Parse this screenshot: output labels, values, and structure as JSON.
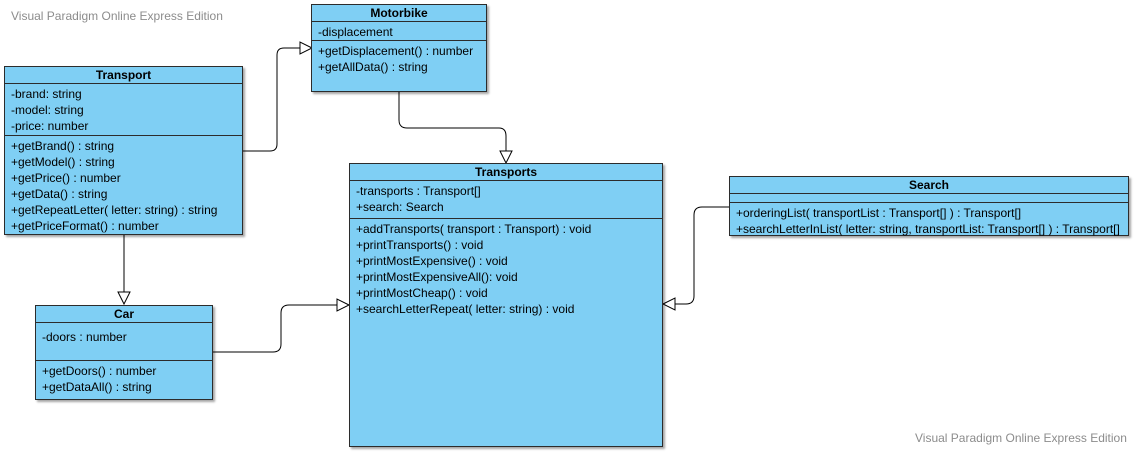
{
  "watermarks": {
    "top": "Visual Paradigm Online Express Edition",
    "bottom": "Visual Paradigm Online Express Edition"
  },
  "classes": {
    "motorbike": {
      "name": "Motorbike",
      "attributes": [
        "-displacement"
      ],
      "operations": [
        "+getDisplacement() : number",
        "+getAllData() : string"
      ]
    },
    "transport": {
      "name": "Transport",
      "attributes": [
        "-brand: string",
        "-model: string",
        "-price: number"
      ],
      "operations": [
        "+getBrand() : string",
        "+getModel() : string",
        "+getPrice() : number",
        "+getData() : string",
        "+getRepeatLetter( letter: string) : string",
        "+getPriceFormat() : number"
      ]
    },
    "transports": {
      "name": "Transports",
      "attributes": [
        "-transports : Transport[]",
        "+search: Search"
      ],
      "operations": [
        "+addTransports( transport : Transport) : void",
        "+printTransports() : void",
        "+printMostExpensive() : void",
        "+printMostExpensiveAll(): void",
        "+printMostCheap() : void",
        "+searchLetterRepeat( letter: string) : void"
      ]
    },
    "search": {
      "name": "Search",
      "attributes": [],
      "operations": [
        "+orderingList( transportList : Transport[] ) : Transport[]",
        "+searchLetterInList( letter: string, transportList: Transport[] ) : Transport[]"
      ]
    },
    "car": {
      "name": "Car",
      "attributes": [
        "-doors : number"
      ],
      "operations": [
        "+getDoors() : number",
        "+getDataAll() : string"
      ]
    }
  },
  "colors": {
    "class_fill": "#7fcff4",
    "line": "#2c2c2c",
    "watermark": "#8c8c8c"
  },
  "relationships": [
    {
      "from": "transport",
      "to": "motorbike",
      "type": "generalization-arrow"
    },
    {
      "from": "transport",
      "to": "car",
      "type": "generalization-arrow"
    },
    {
      "from": "motorbike",
      "to": "transports",
      "type": "generalization-arrow"
    },
    {
      "from": "car",
      "to": "transports",
      "type": "generalization-arrow"
    },
    {
      "from": "search",
      "to": "transports",
      "type": "generalization-arrow"
    }
  ]
}
